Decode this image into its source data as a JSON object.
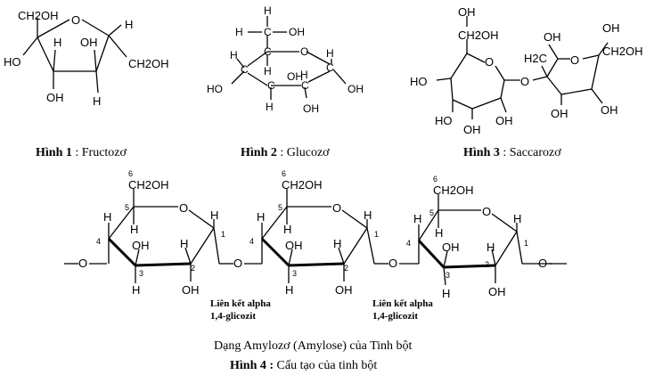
{
  "figures": [
    {
      "label": "Hình 1",
      "sep": " : ",
      "name": "Fructozơ"
    },
    {
      "label": "Hình 2",
      "sep": " : ",
      "name": "Glucozơ"
    },
    {
      "label": "Hình 3",
      "sep": " : ",
      "name": "Saccarozơ"
    }
  ],
  "atoms": {
    "ch2oh": "CH2OH",
    "oh": "OH",
    "ho": "HO",
    "h": "H",
    "o": "O",
    "c": "C",
    "h2c": "H2C"
  },
  "amylose": {
    "link_label_line1": "Liên kết alpha",
    "link_label_line2": "1,4-glicozit",
    "positions": [
      "1",
      "2",
      "3",
      "4",
      "5",
      "6"
    ],
    "caption": "Dạng Amylozơ (Amylose) của Tinh bột"
  },
  "figure4": {
    "label": "Hình 4",
    "sep": " : ",
    "name": "Cấu tạo của tinh bột"
  }
}
